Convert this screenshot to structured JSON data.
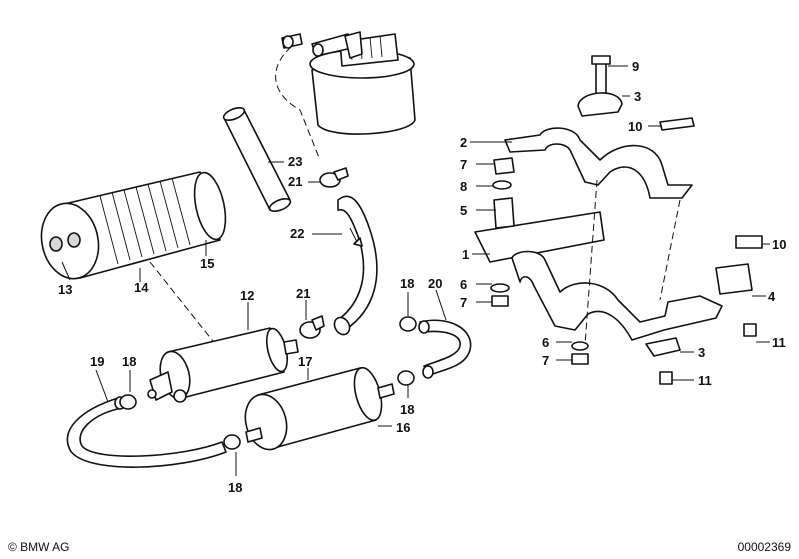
{
  "callouts": [
    "1",
    "2",
    "3",
    "3",
    "4",
    "5",
    "6",
    "6",
    "7",
    "7",
    "7",
    "8",
    "9",
    "10",
    "10",
    "11",
    "11",
    "12",
    "13",
    "14",
    "15",
    "16",
    "17",
    "18",
    "18",
    "18",
    "18",
    "19",
    "20",
    "21",
    "21",
    "22",
    "23"
  ],
  "footer": {
    "brand": "© BMW AG",
    "diagram_number": "00002369"
  }
}
